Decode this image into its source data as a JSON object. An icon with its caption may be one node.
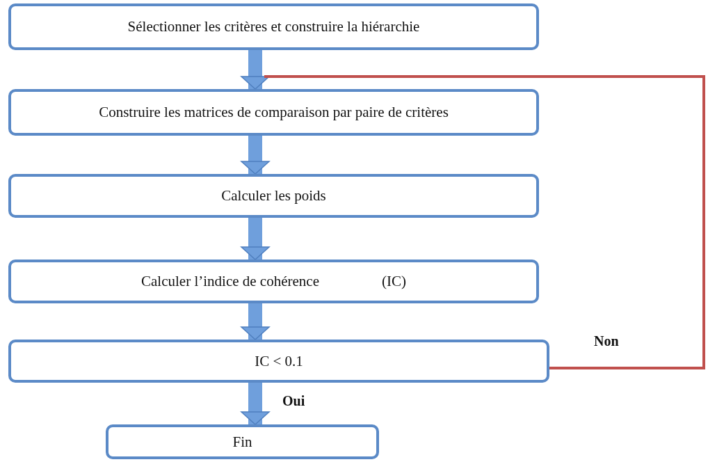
{
  "diagram": {
    "nodes": [
      {
        "text": [
          "Sélectionner les critères et construire la hiérarchie"
        ]
      },
      {
        "text": [
          "Construire les matrices de comparaison par paire de critères"
        ]
      },
      {
        "text": [
          "Calculer les poids"
        ]
      },
      {
        "text": [
          "Calculer l’indice de cohérence",
          "(IC)"
        ]
      },
      {
        "text": [
          "IC < 0.1"
        ]
      },
      {
        "text": [
          "Fin"
        ]
      }
    ],
    "edges": [
      {
        "from": 0,
        "to": 1,
        "arrow": "to"
      },
      {
        "from": 1,
        "to": 2,
        "arrow": "to"
      },
      {
        "from": 2,
        "to": 3,
        "arrow": "to"
      },
      {
        "from": 3,
        "to": 4,
        "arrow": "to"
      },
      {
        "from": 4,
        "to": 5,
        "arrow": "to",
        "label": "Oui"
      },
      {
        "from": 4,
        "to": null,
        "arrow": "none",
        "label": "Non",
        "color": "#c0504d"
      }
    ]
  }
}
